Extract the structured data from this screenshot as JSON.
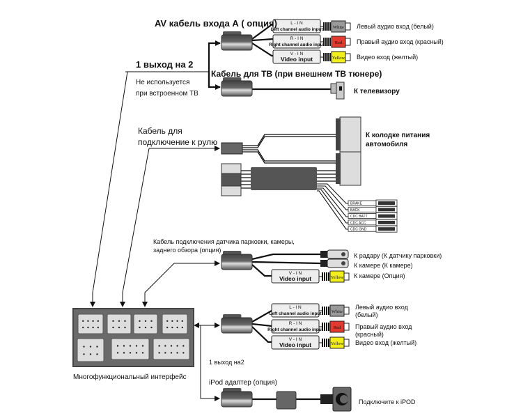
{
  "colors": {
    "white_plug": "#9a9a9a",
    "red_plug": "#e23a2e",
    "yellow_plug": "#f2ee1a",
    "plug_body": "#5f5f5f",
    "interface_box": "#6a6a6a"
  },
  "av_a": {
    "title": "AV кабель  входа  А ( опция)",
    "inputs": [
      {
        "code": "L - I N",
        "name": "Left channel audio input",
        "color_label": "White",
        "desc": "Левый аудио вход (белый)"
      },
      {
        "code": "R - I N",
        "name": "Right channel audio input",
        "color_label": "Red",
        "desc": "Правый аудио вход (красный)"
      },
      {
        "code": "V - I N",
        "name": "Video input",
        "color_label": "Yellow",
        "desc": "Видео вход (желтый)"
      }
    ]
  },
  "splitter": {
    "label": "1  выход  на  2",
    "note_line1": "Не используется",
    "note_line2": "при встроенном  ТВ"
  },
  "tv": {
    "title": "Кабель  для  ТВ  (при внешнем ТВ  тюнере)",
    "desc": "К  телевизору"
  },
  "steering": {
    "line1": "Кабель  для",
    "line2": "подключение  к рулю"
  },
  "power": {
    "line1": "К колодке питания",
    "line2": "автомобиля",
    "wires": [
      "BRAKE",
      "BACK",
      "CDC BATT",
      "CDC ACC",
      "CDC GND"
    ]
  },
  "parking": {
    "line1": "Кабель подключения датчика парковки, камеры,",
    "line2": "заднего обзора (опция)",
    "video": {
      "code": "V - I N",
      "name": "Video input",
      "color_label": "Yellow"
    },
    "outputs": [
      "К радару (К датчику парковки)",
      "К камере (К камере)",
      "К камере (Опция)"
    ]
  },
  "interface": {
    "label": "Многофункциональный интерфейс"
  },
  "av_b": {
    "inputs": [
      {
        "code": "L - I N",
        "name": "Left channel audio input",
        "color_label": "White",
        "desc1": "Левый аудио вход",
        "desc2": "(белый)"
      },
      {
        "code": "R - I N",
        "name": "Right channel audio input",
        "color_label": "Red",
        "desc1": "Правый аудио вход",
        "desc2": "(красный)"
      },
      {
        "code": "V - I N",
        "name": "Video input",
        "color_label": "Yellow",
        "desc1": "Видео вход (желтый)",
        "desc2": ""
      }
    ]
  },
  "splitter2": {
    "label": "1 выход на2"
  },
  "ipod": {
    "title": "iPod адаптер (опция)",
    "desc": "Подключите к iPOD"
  }
}
